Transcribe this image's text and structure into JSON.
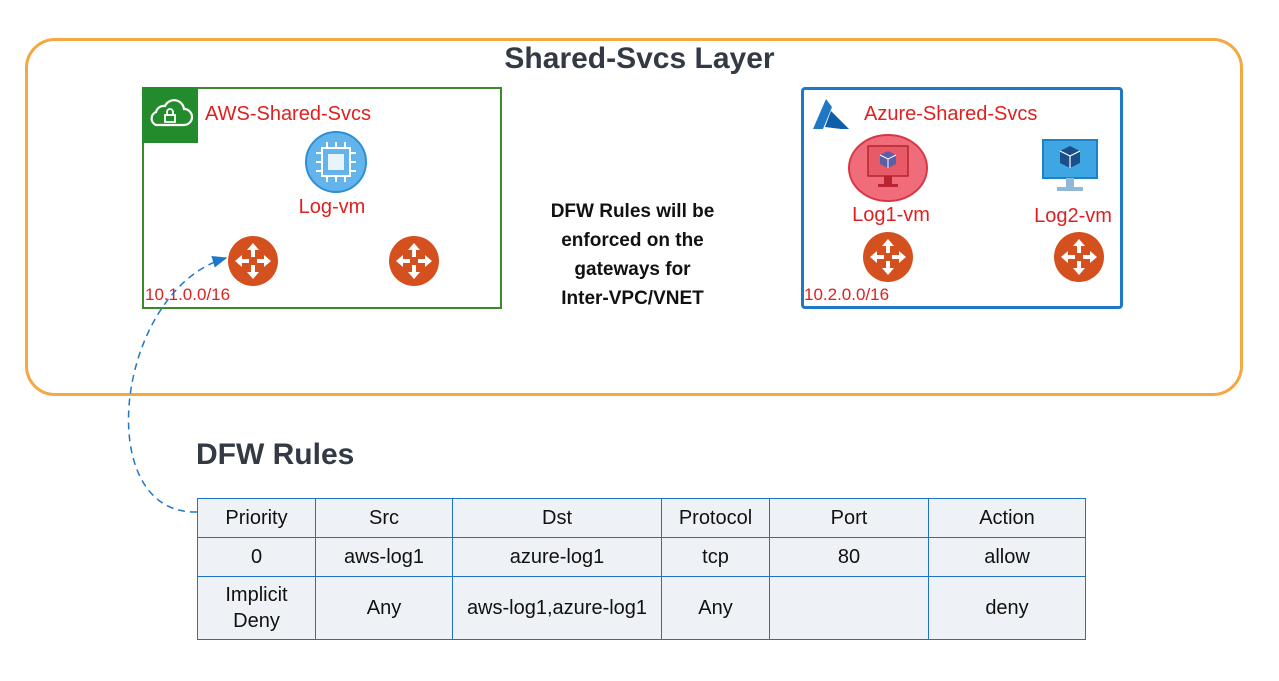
{
  "layer": {
    "title": "Shared-Svcs Layer"
  },
  "aws": {
    "title": "AWS-Shared-Svcs",
    "vm_label": "Log-vm",
    "cidr": "10.1.0.0/16"
  },
  "azure": {
    "title": "Azure-Shared-Svcs",
    "vm1_label": "Log1-vm",
    "vm2_label": "Log2-vm",
    "cidr": "10.2.0.0/16"
  },
  "center_note": "DFW Rules will be\nenforced on the\ngateways for\nInter-VPC/VNET",
  "rules": {
    "title": "DFW Rules",
    "headers": [
      "Priority",
      "Src",
      "Dst",
      "Protocol",
      "Port",
      "Action"
    ],
    "rows": [
      [
        "0",
        "aws-log1",
        "azure-log1",
        "tcp",
        "80",
        "allow"
      ],
      [
        "Implicit\nDeny",
        "Any",
        "aws-log1,azure-log1",
        "Any",
        "",
        "deny"
      ]
    ]
  },
  "colors": {
    "layer_border": "#f5a742",
    "aws_green": "#248b2c",
    "azure_blue": "#1f78c7",
    "gateway_orange": "#d4501e",
    "label_red": "#e02020",
    "table_border": "#1e73c8"
  },
  "icons": [
    "cloud-lock-icon",
    "azure-logo-icon",
    "cpu-chip-icon",
    "vm-monitor-icon",
    "gateway-router-icon"
  ]
}
